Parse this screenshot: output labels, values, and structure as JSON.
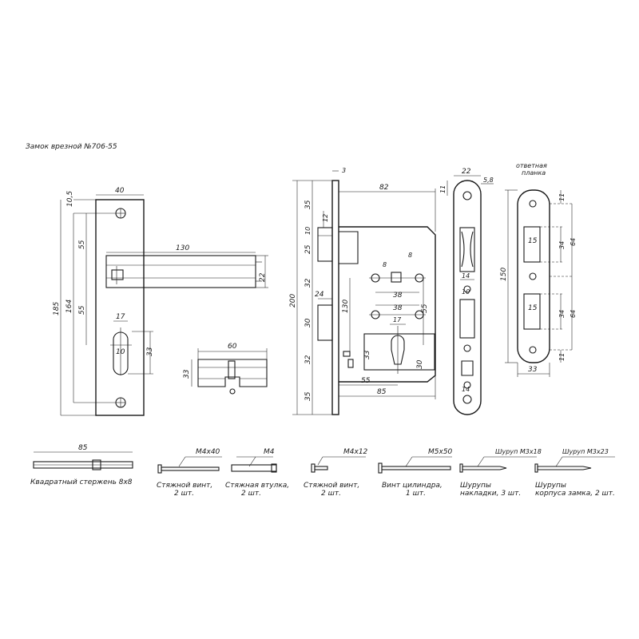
{
  "title": "Замок врезной №706-55",
  "handle": {
    "dims": {
      "top": "10,5",
      "width": "40",
      "s55a": "55",
      "s55b": "55",
      "total185": "185",
      "h164": "164",
      "lever130": "130",
      "lever22": "22",
      "c17": "17",
      "c10": "10",
      "c33": "33"
    }
  },
  "cylinder": {
    "dims": {
      "len": "60",
      "h": "33"
    }
  },
  "lockbody": {
    "dims": {
      "t3": "3",
      "w82": "82",
      "d35a": "35",
      "d10": "10",
      "d12": "12",
      "d25": "25",
      "d32a": "32",
      "d24": "24",
      "d30": "30",
      "d200": "200",
      "d130": "130",
      "d32b": "32",
      "d35b": "35",
      "d8a": "8",
      "d8b": "8",
      "d38a": "38",
      "d38b": "38",
      "d55v": "55",
      "d17": "17",
      "d33": "33",
      "d30b": "30",
      "d55h": "55",
      "d85": "85"
    }
  },
  "faceplate": {
    "dims": {
      "w22": "22",
      "w58": "5,8",
      "d11": "11",
      "d14a": "14",
      "d10": "10",
      "d14b": "14"
    }
  },
  "strike": {
    "title_line1": "ответная",
    "title_line2": "планка",
    "dims": {
      "d11a": "11",
      "d15a": "15",
      "d34a": "34",
      "d64a": "64",
      "d150": "150",
      "d15b": "15",
      "d34b": "34",
      "d64b": "64",
      "d11b": "11",
      "d33": "33"
    }
  },
  "parts": [
    {
      "spec": "85",
      "caption1": "Квадратный стержень 8х8",
      "caption2": ""
    },
    {
      "spec": "M4x40",
      "caption1": "Стяжной винт,",
      "caption2": "2 шт."
    },
    {
      "spec": "M4",
      "caption1": "Стяжная втулка,",
      "caption2": "2 шт."
    },
    {
      "spec": "M4x12",
      "caption1": "Стяжной винт,",
      "caption2": "2 шт."
    },
    {
      "spec": "M5x50",
      "caption1": "Винт цилиндра,",
      "caption2": "1 шт."
    },
    {
      "spec": "Шуруп М3х18",
      "caption1": "Шурупы",
      "caption2": "накладки, 3 шт."
    },
    {
      "spec": "Шуруп М3х23",
      "caption1": "Шурупы",
      "caption2": "корпуса замка, 2 шт."
    }
  ]
}
